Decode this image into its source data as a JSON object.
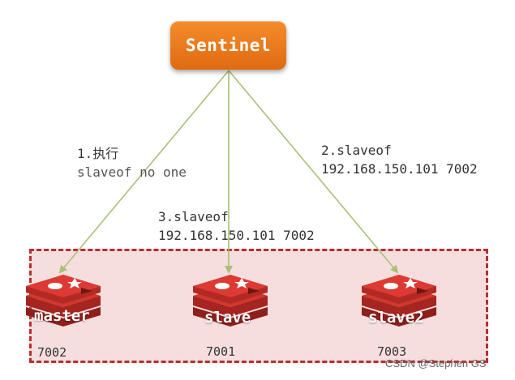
{
  "sentinel": {
    "label": "Sentinel"
  },
  "steps": {
    "step1_line1": "1.执行",
    "step1_line2": "slaveof no one",
    "step2_line1": "2.slaveof",
    "step2_line2": "192.168.150.101 7002",
    "step3_line1": "3.slaveof",
    "step3_line2": "192.168.150.101 7002"
  },
  "nodes": [
    {
      "name": "master",
      "port": "7002"
    },
    {
      "name": "slave",
      "port": "7001"
    },
    {
      "name": "slave2",
      "port": "7003"
    }
  ],
  "colors": {
    "sentinel": "#f07f22",
    "arrow": "#a8c078",
    "cluster_fill": "#f7dede",
    "cluster_border": "#b82e2e",
    "redis_red": "#c8302a"
  },
  "icons": [
    "redis-logo-icon"
  ],
  "watermark": "CSDN @Stephen GS"
}
